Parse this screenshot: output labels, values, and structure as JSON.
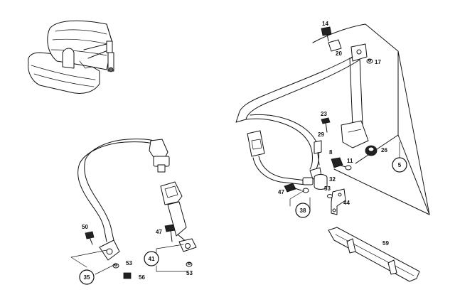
{
  "diagram": {
    "part_labels": {
      "p14": "14",
      "p20": "20",
      "p17": "17",
      "p23": "23",
      "p29": "29",
      "p26": "26",
      "p8": "8",
      "p11": "11",
      "p32": "32",
      "p47a": "47",
      "p53a": "53",
      "p44": "44",
      "p38": "38",
      "p5": "5",
      "p59": "59",
      "p50": "50",
      "p47b": "47",
      "p41": "41",
      "p35": "35",
      "p53b": "53",
      "p56": "56",
      "p53c": "53"
    }
  }
}
